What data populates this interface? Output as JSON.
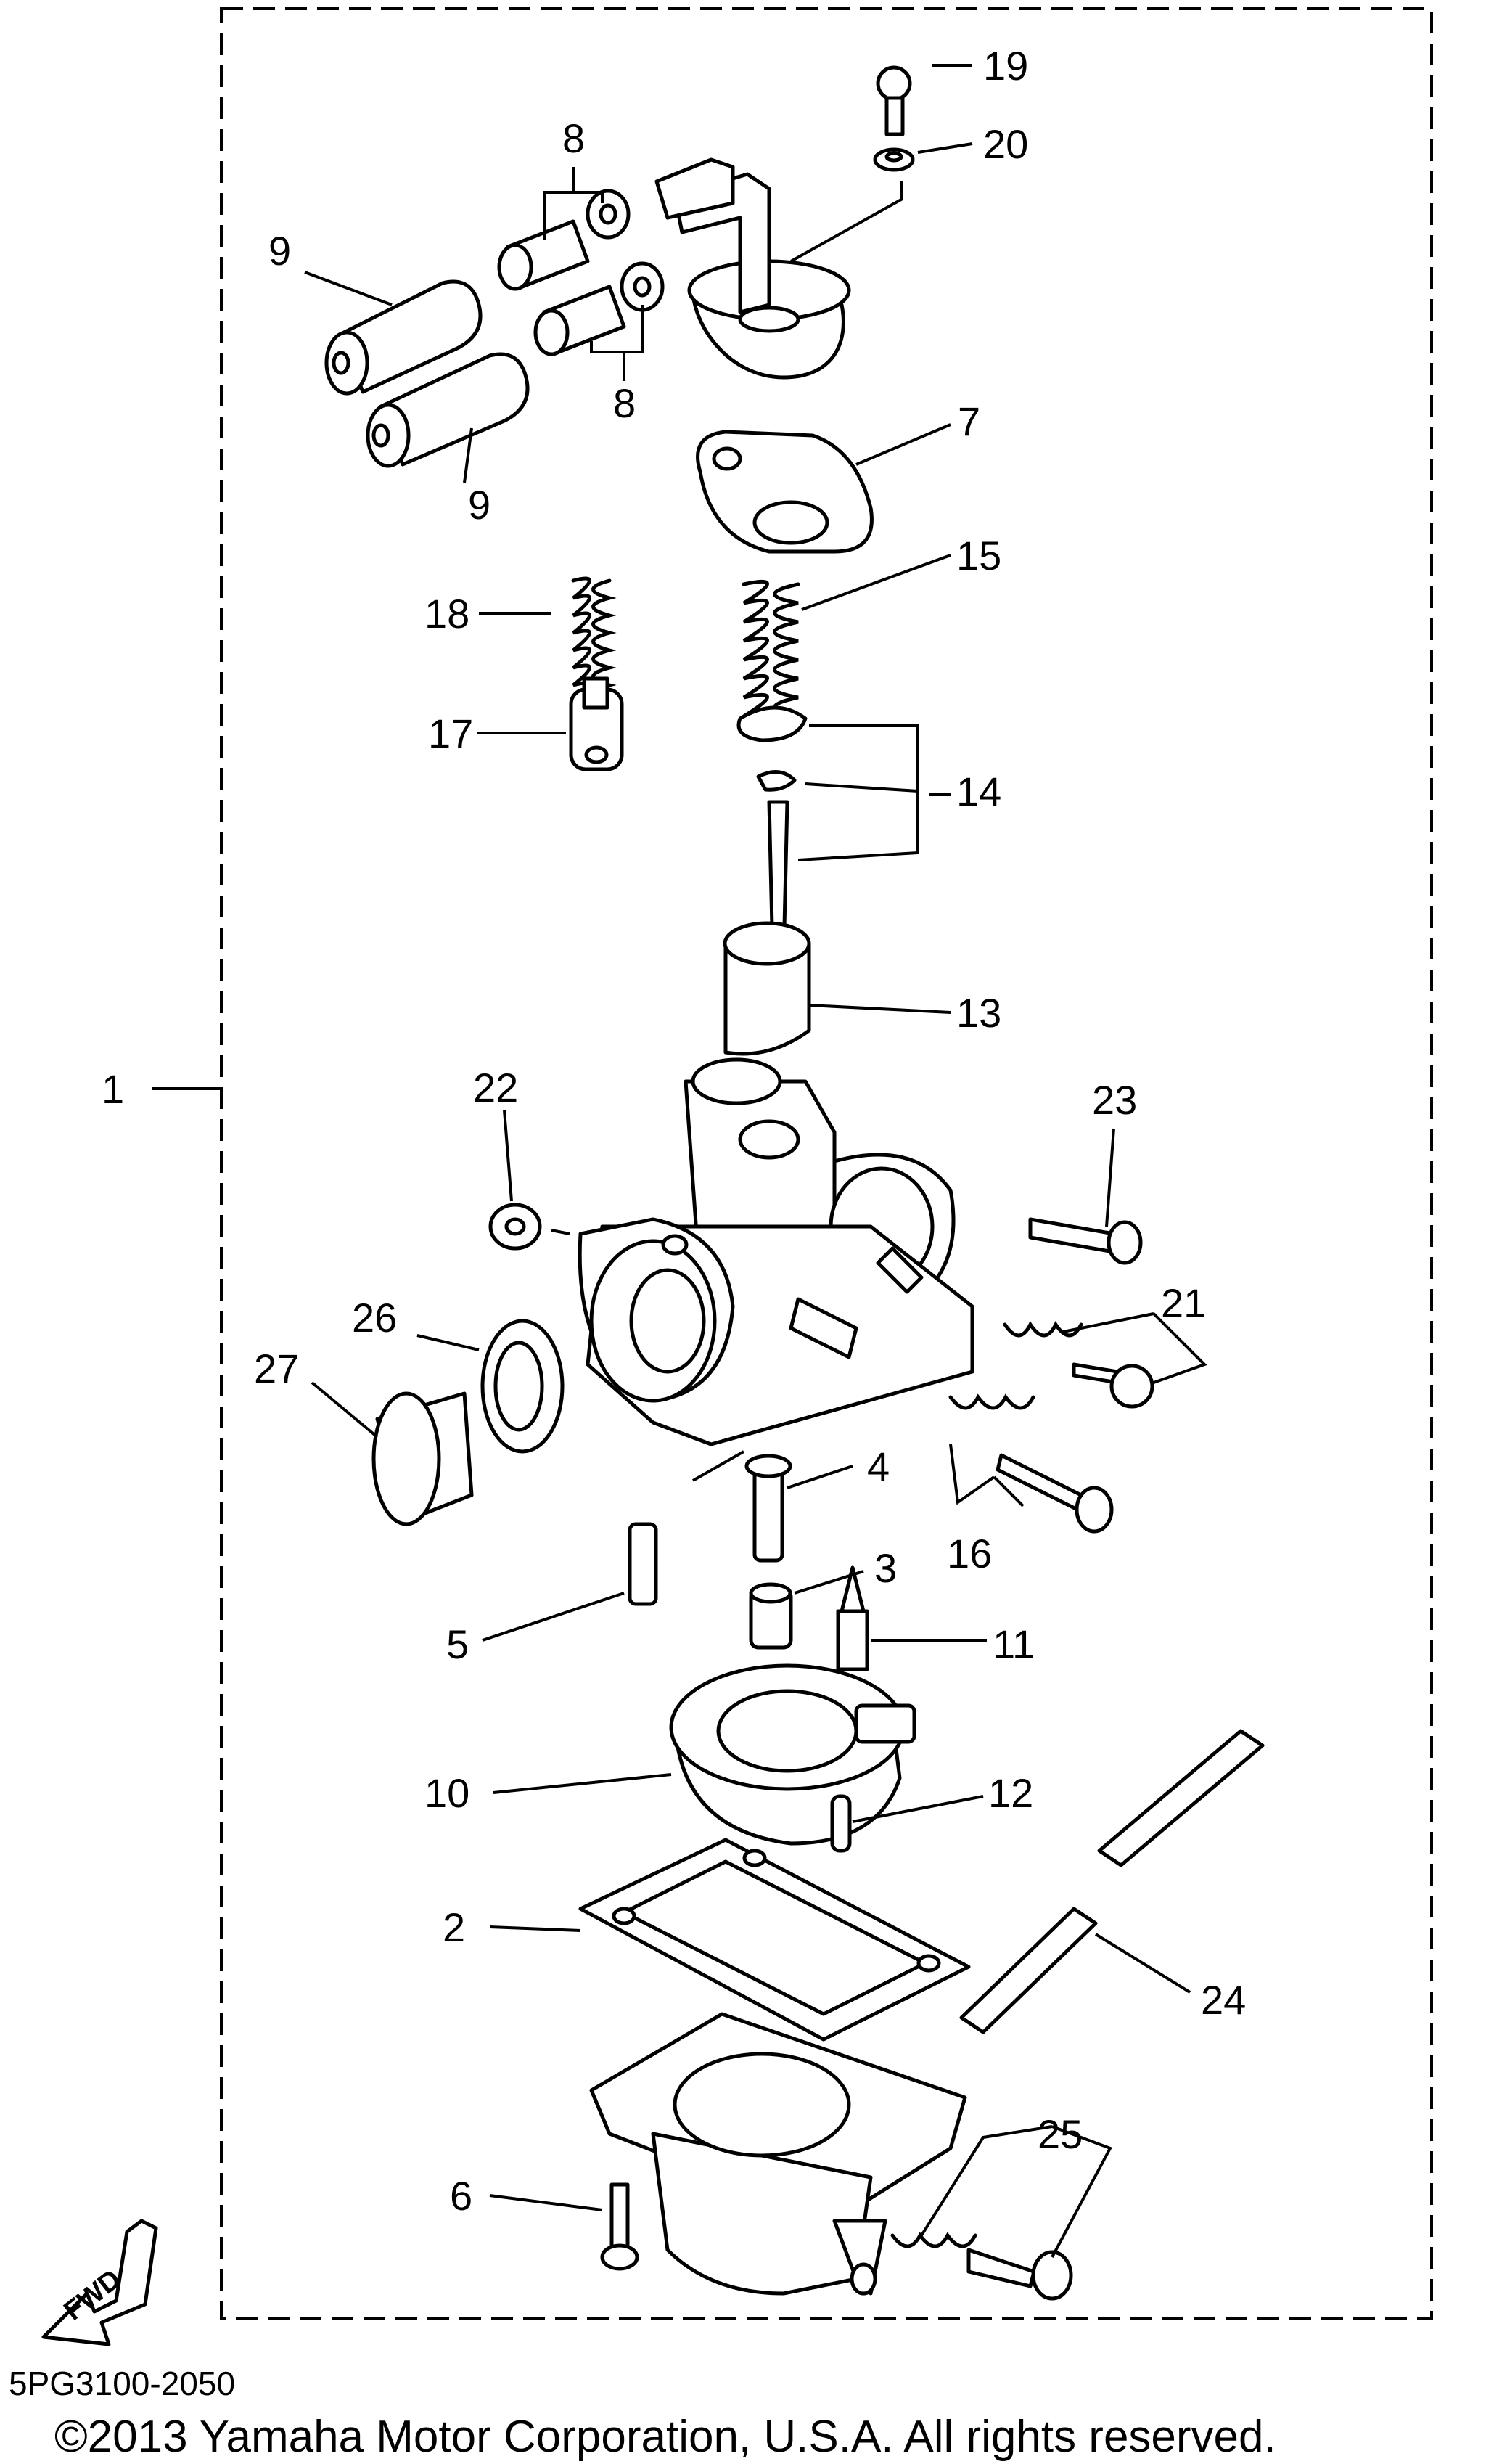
{
  "callouts": [
    "1",
    "2",
    "3",
    "4",
    "5",
    "6",
    "7",
    "8",
    "9",
    "10",
    "11",
    "12",
    "13",
    "14",
    "15",
    "16",
    "17",
    "18",
    "19",
    "20",
    "21",
    "22",
    "23",
    "24",
    "25",
    "26",
    "27"
  ],
  "direction_arrow": {
    "label": "FWD",
    "icon": "fwd-arrow-icon"
  },
  "footer": {
    "diagram_code": "5PG3100-2050",
    "copyright": "©2013 Yamaha Motor Corporation, U.S.A. All rights reserved."
  }
}
